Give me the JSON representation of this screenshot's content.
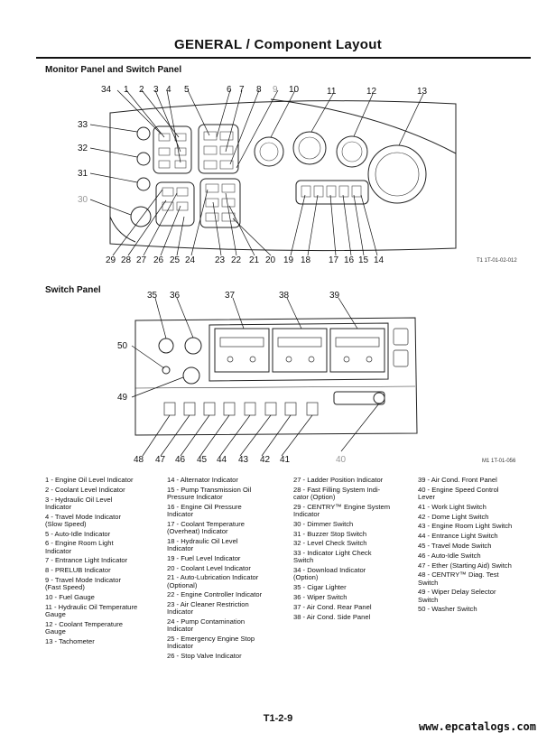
{
  "page_title": "GENERAL / Component Layout",
  "section1_heading": "Monitor Panel and Switch Panel",
  "section2_heading": "Switch Panel",
  "fig1_code": "T1 1T-01-02-012",
  "fig2_code": "M1 1T-01-056",
  "fig1_callouts": [
    "34",
    "1",
    "2",
    "3",
    "4",
    "5",
    "6",
    "7",
    "8",
    "9",
    "10",
    "11",
    "12",
    "13",
    "33",
    "32",
    "31",
    "30",
    "29",
    "28",
    "27",
    "26",
    "25",
    "24",
    "23",
    "22",
    "21",
    "20",
    "19",
    "18",
    "17",
    "16",
    "15",
    "14"
  ],
  "fig2_callouts": [
    "35",
    "36",
    "37",
    "38",
    "39",
    "50",
    "49",
    "48",
    "47",
    "46",
    "45",
    "44",
    "43",
    "42",
    "41",
    "40"
  ],
  "legend": [
    [
      "1 -  Engine Oil Level Indicator",
      "2 -  Coolant Level Indicator",
      "3 -  Hydraulic Oil Level\nIndicator",
      "4 -  Travel Mode Indicator\n(Slow Speed)",
      "5 -  Auto-Idle Indicator",
      "6 -  Engine Room Light\nIndicator",
      "7 -  Entrance Light Indicator",
      "8 -  PRELUB Indicator",
      "9 -  Travel Mode Indicator\n(Fast Speed)",
      "10 - Fuel Gauge",
      "11 - Hydraulic Oil Temperature\nGauge",
      "12 - Coolant Temperature\nGauge",
      "13 - Tachometer"
    ],
    [
      "14 - Alternator Indicator",
      "15 - Pump Transmission Oil\nPressure Indicator",
      "16 - Engine Oil Pressure\nIndicator",
      "17 - Coolant Temperature\n(Overheat) Indicator",
      "18 - Hydraulic Oil Level\nIndicator",
      "19 - Fuel Level Indicator",
      "20 - Coolant Level Indicator",
      "21 - Auto-Lubrication Indicator\n(Optional)",
      "22 - Engine Controller Indicator",
      "23 - Air Cleaner Restriction\nIndicator",
      "24 - Pump Contamination\nIndicator",
      "25 - Emergency Engine Stop\nIndicator",
      "26 - Stop Valve Indicator"
    ],
    [
      "27 - Ladder Position Indicator",
      "28 - Fast Filling System Indi-\ncator (Option)",
      "29 - CENTRY™ Engine System\nIndicator",
      "30 - Dimmer Switch",
      "31 - Buzzer Stop Switch",
      "32 - Level Check Switch",
      "33 - Indicator Light Check\nSwitch",
      "34 - Download Indicator\n(Option)",
      "35 - Cigar Lighter",
      "36 - Wiper Switch",
      "37 - Air Cond. Rear Panel",
      "38 - Air Cond. Side Panel"
    ],
    [
      "39 - Air Cond. Front Panel",
      "40 - Engine Speed Control\nLever",
      "41 - Work Light Switch",
      "42 - Dome Light Switch",
      "43 - Engine Room Light Switch",
      "44 - Entrance Light Switch",
      "45 - Travel Mode Switch",
      "46 - Auto-Idle Switch",
      "47 - Ether (Starting Aid) Switch",
      "48 - CENTRY™ Diag. Test\nSwitch",
      "49 - Wiper Delay Selector\nSwitch",
      "50 - Washer Switch"
    ]
  ],
  "page_number": "T1-2-9",
  "watermark": "www.epcatalogs.com"
}
